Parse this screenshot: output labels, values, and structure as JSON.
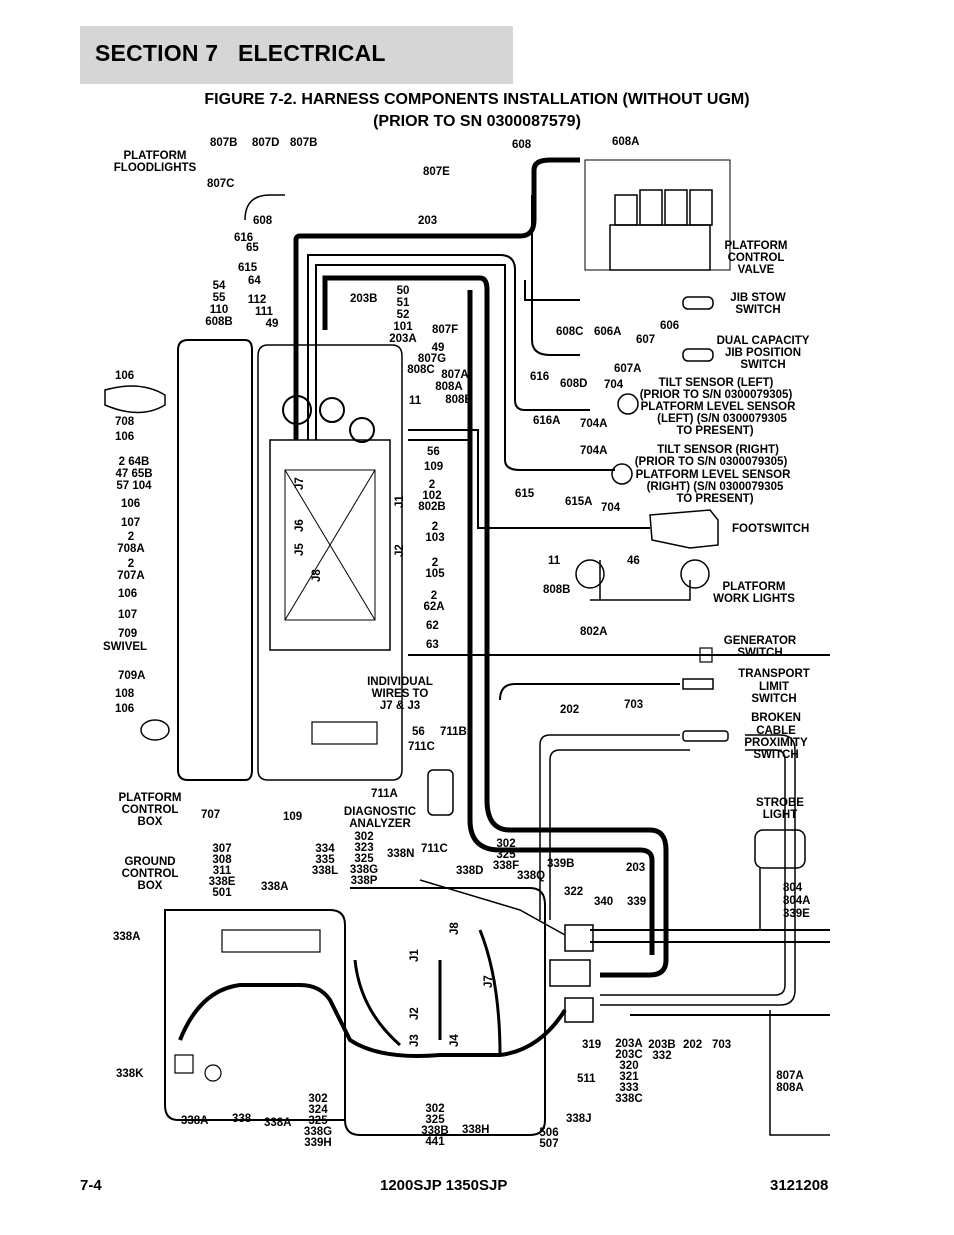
{
  "section": {
    "title": "SECTION 7   ELECTRICAL"
  },
  "figure": {
    "title_line1": "FIGURE 7-2. HARNESS COMPONENTS INSTALLATION (WITHOUT UGM)",
    "title_line2": "(PRIOR TO SN 0300087579)"
  },
  "footer": {
    "page": "7-4",
    "model": "1200SJP 1350SJP",
    "doc_number": "3121208"
  },
  "callouts": {
    "c807b_1": "807B",
    "c807d": "807D",
    "c807b_2": "807B",
    "c807c": "807C",
    "platform_floodlights": [
      "PLATFORM",
      "FLOODLIGHTS"
    ],
    "c807e": "807E",
    "c608": "608",
    "c608a": "608A",
    "c608_2": "608",
    "c616": "616",
    "c65": "65",
    "c615": "615",
    "c64": "64",
    "c203_top": "203",
    "group_54": [
      "54",
      "55",
      "110",
      "608B"
    ],
    "group_112": [
      "112",
      "111",
      "49"
    ],
    "c203b": "203B",
    "group_50": [
      "50",
      "51",
      "52",
      "101",
      "203A"
    ],
    "c807f": "807F",
    "group_49": [
      "49",
      "807G",
      "808C"
    ],
    "group_807a": [
      "807A",
      "808A",
      "808B"
    ],
    "c11_top": "11",
    "platform_control_valve": [
      "PLATFORM",
      "CONTROL",
      "VALVE"
    ],
    "jib_stow_switch": [
      "JIB STOW",
      "SWITCH"
    ],
    "c608c": "608C",
    "c606a": "606A",
    "c606": "606",
    "c607": "607",
    "dual_capacity": [
      "DUAL CAPACITY",
      "JIB POSITION",
      "SWITCH"
    ],
    "c608d": "608D",
    "c607a": "607A",
    "c616_r": "616",
    "c704_a": "704",
    "c616a": "616A",
    "c704a_1": "704A",
    "tilt_left": [
      "TILT SENSOR (LEFT)",
      "(PRIOR TO S/N 0300079305)",
      "PLATFORM LEVEL SENSOR",
      "(LEFT) (S/N 0300079305",
      "TO PRESENT)"
    ],
    "c704a_2": "704A",
    "tilt_right": [
      "TILT SENSOR (RIGHT)",
      "(PRIOR TO S/N 0300079305)",
      "PLATFORM LEVEL SENSOR",
      "(RIGHT) (S/N 0300079305",
      "TO PRESENT)"
    ],
    "c615_r": "615",
    "c615a": "615A",
    "c704_b": "704",
    "footswitch": "FOOTSWITCH",
    "c11_mid": "11",
    "c46": "46",
    "c808b": "808B",
    "platform_work_lights": [
      "PLATFORM",
      "WORK LIGHTS"
    ],
    "c802a": "802A",
    "generator_switch": [
      "GENERATOR",
      "SWITCH"
    ],
    "transport_limit": [
      "TRANSPORT",
      "LIMIT",
      "SWITCH"
    ],
    "c202": "202",
    "c703": "703",
    "broken_cable": [
      "BROKEN",
      "CABLE",
      "PROXIMITY",
      "SWITCH"
    ],
    "c106_1": "106",
    "c708": "708",
    "c106_2": "106",
    "group_2_64b": [
      "2  64B",
      "47  65B",
      "57  104"
    ],
    "c106_3": "106",
    "c107_1": "107",
    "group_2_708a": [
      "2",
      "708A"
    ],
    "group_2_707a": [
      "2",
      "707A"
    ],
    "c106_4": "106",
    "c107_2": "107",
    "c709": "709",
    "swivel": "SWIVEL",
    "c709a": "709A",
    "c108": "108",
    "c106_5": "106",
    "platform_control_box": [
      "PLATFORM",
      "CONTROL",
      "BOX"
    ],
    "c707": "707",
    "c109_b": "109",
    "c56": "56",
    "c109": "109",
    "group_2_102": [
      "2",
      "102",
      "802B"
    ],
    "group_2_103": [
      "2",
      "103"
    ],
    "group_2_105": [
      "2",
      "105"
    ],
    "group_2_62a": [
      "2",
      "62A"
    ],
    "c62": "62",
    "c63": "63",
    "individual_wires": [
      "INDIVIDUAL",
      "WIRES TO",
      "J7 & J3"
    ],
    "c56_b": "56",
    "c711b": "711B",
    "c711c": "711C",
    "c711a": "711A",
    "diagnostic_analyzer": [
      "DIAGNOSTIC",
      "ANALYZER"
    ],
    "strobe_light": [
      "STROBE",
      "LIGHT"
    ],
    "ground_control_box": [
      "GROUND",
      "CONTROL",
      "BOX"
    ],
    "group_307": [
      "307",
      "308",
      "311",
      "338E",
      "501"
    ],
    "group_334": [
      "334",
      "335",
      "338L"
    ],
    "group_302a": [
      "302",
      "323",
      "325",
      "338G",
      "338P"
    ],
    "c338n": "338N",
    "c711c_b": "711C",
    "group_302b": [
      "302",
      "325",
      "338F"
    ],
    "c338d": "338D",
    "c338q": "338Q",
    "c339b": "339B",
    "c203_r": "203",
    "c322": "322",
    "c340": "340",
    "c339": "339",
    "group_804": [
      "804",
      "804A",
      "339E"
    ],
    "c338a_top": "338A",
    "c338a_l": "338A",
    "c338k": "338K",
    "c338a_b1": "338A",
    "c338": "338",
    "c338a_b2": "338A",
    "group_302c": [
      "302",
      "324",
      "325",
      "338G",
      "339H"
    ],
    "group_302d": [
      "302",
      "325",
      "338B",
      "441"
    ],
    "c338h": "338H",
    "c338j": "338J",
    "group_506": [
      "506",
      "507"
    ],
    "c511": "511",
    "c319": "319",
    "group_203a": [
      "203A",
      "203C",
      "320",
      "321",
      "333",
      "338C"
    ],
    "group_203b": [
      "203B",
      "332"
    ],
    "c202_b": "202",
    "c703_b": "703",
    "group_807a_b": [
      "807A",
      "808A"
    ],
    "connectors": {
      "j7": "J7",
      "j6": "J6",
      "j5": "J5",
      "j8": "J8",
      "j1": "J1",
      "j2": "J2",
      "g_j1": "J1",
      "g_j8": "J8",
      "g_j7": "J7",
      "g_j2": "J2",
      "g_j3": "J3",
      "g_j4": "J4"
    }
  }
}
